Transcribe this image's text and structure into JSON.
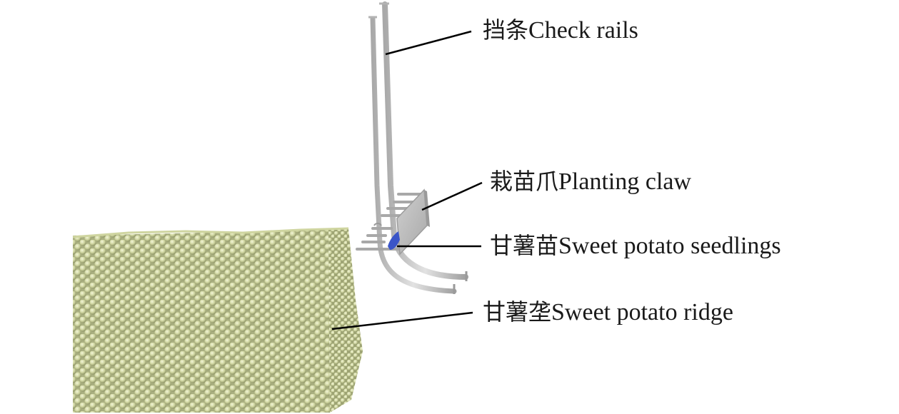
{
  "figure": {
    "type": "annotated-3d-simulation-diagram",
    "labels": [
      {
        "id": "check-rails",
        "zh": "挡条",
        "en": "Check rails"
      },
      {
        "id": "planting-claw",
        "zh": "栽苗爪",
        "en": "Planting claw"
      },
      {
        "id": "seedlings",
        "zh": "甘薯苗",
        "en": "Sweet potato seedlings"
      },
      {
        "id": "ridge",
        "zh": "甘薯垄",
        "en": "Sweet potato ridge"
      }
    ],
    "colors": {
      "soil_particle": "#d6dca8",
      "soil_shadow": "#8e9466",
      "rail": "#c4c4c4",
      "rail_shadow": "#9a9a9a",
      "claw_plate": "#bdbdbd",
      "seedling": "#3a55c8",
      "leader_line": "#000000"
    }
  }
}
